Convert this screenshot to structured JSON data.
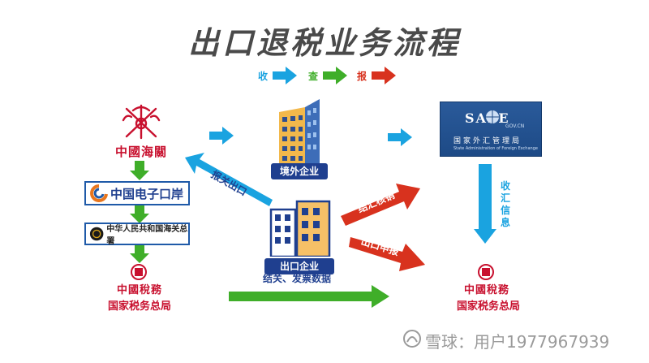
{
  "title": "出口退税业务流程",
  "legend": [
    {
      "label": "收",
      "color": "#1aa3e0"
    },
    {
      "label": "查",
      "color": "#3fae29"
    },
    {
      "label": "报",
      "color": "#d8321e"
    }
  ],
  "customs": {
    "name": "中國海關"
  },
  "eport": {
    "name": "中国电子口岸"
  },
  "customs_admin": {
    "name": "中华人民共和国海关总署"
  },
  "overseas": {
    "label": "境外企业"
  },
  "exporter": {
    "label": "出口企业"
  },
  "safe": {
    "logo": "SAFE",
    "website": "GOV.CN",
    "name_cn": "国家外汇管理局",
    "name_en": "State Administration of Foreign Exchange"
  },
  "tax_left": {
    "seal": "中國稅務",
    "name": "国家税务总局"
  },
  "tax_right": {
    "seal": "中國稅務",
    "name": "国家税务总局"
  },
  "arrows": {
    "declare": "报关出口",
    "settlement": "结汇核销",
    "export_report": "出口申报",
    "receipt_info": "收汇信息",
    "invoice_data": "结关、发票数据"
  },
  "watermark": "雪球：用户1977967939",
  "colors": {
    "blue": "#1aa3e0",
    "green": "#3fae29",
    "red": "#d8321e",
    "navy": "#1f3f8f"
  }
}
